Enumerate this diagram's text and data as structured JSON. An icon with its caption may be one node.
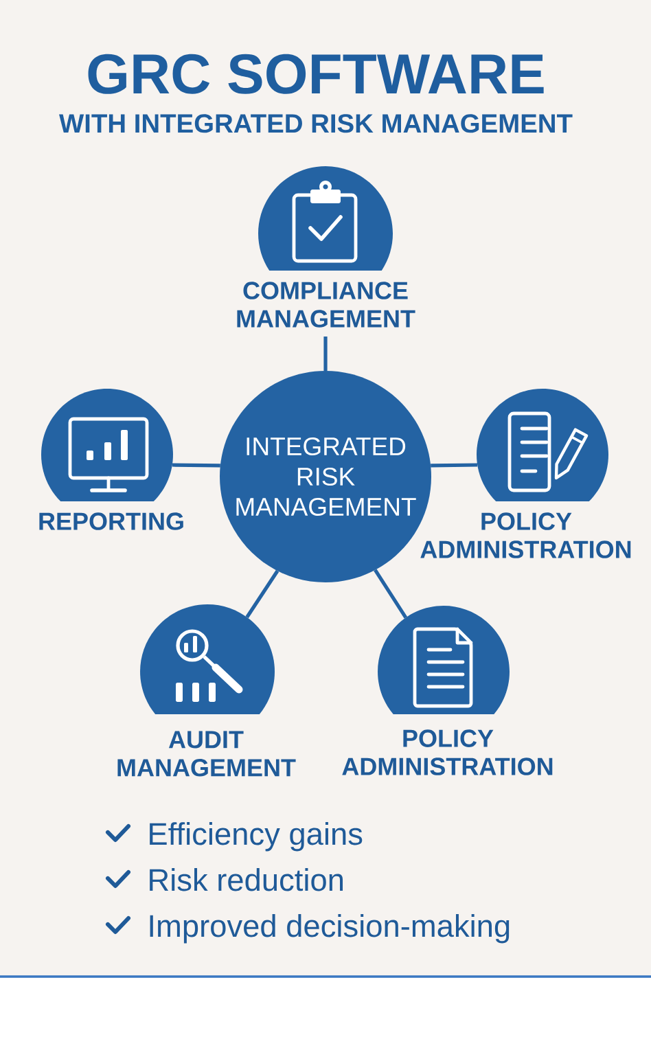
{
  "diagram": {
    "title": "GRC SOFTWARE",
    "nodes": [
      {
        "text": [
          "COMPLIANCE MANAGEMENT"
        ]
      },
      {
        "text": [
          "REPORTING"
        ]
      },
      {
        "text": [
          "INTEGRATED RISK MANAGEMENT"
        ]
      },
      {
        "text": [
          "POLICY ADMINISTRATION"
        ]
      },
      {
        "text": [
          "AUDIT MANAGEMENT"
        ]
      },
      {
        "text": [
          "POLICY ADMINISTRATION"
        ]
      }
    ],
    "edges": [
      {
        "from": 2,
        "to": 0,
        "arrow": "none"
      },
      {
        "from": 2,
        "to": 1,
        "arrow": "none"
      },
      {
        "from": 2,
        "to": 3,
        "arrow": "none"
      },
      {
        "from": 2,
        "to": 4,
        "arrow": "none"
      },
      {
        "from": 2,
        "to": 5,
        "arrow": "none"
      }
    ],
    "labels": [
      "WITH INTEGRATED RISK MANAGEMENT",
      "Efficiency gains",
      "Risk reduction",
      "Improved decision-making"
    ]
  }
}
